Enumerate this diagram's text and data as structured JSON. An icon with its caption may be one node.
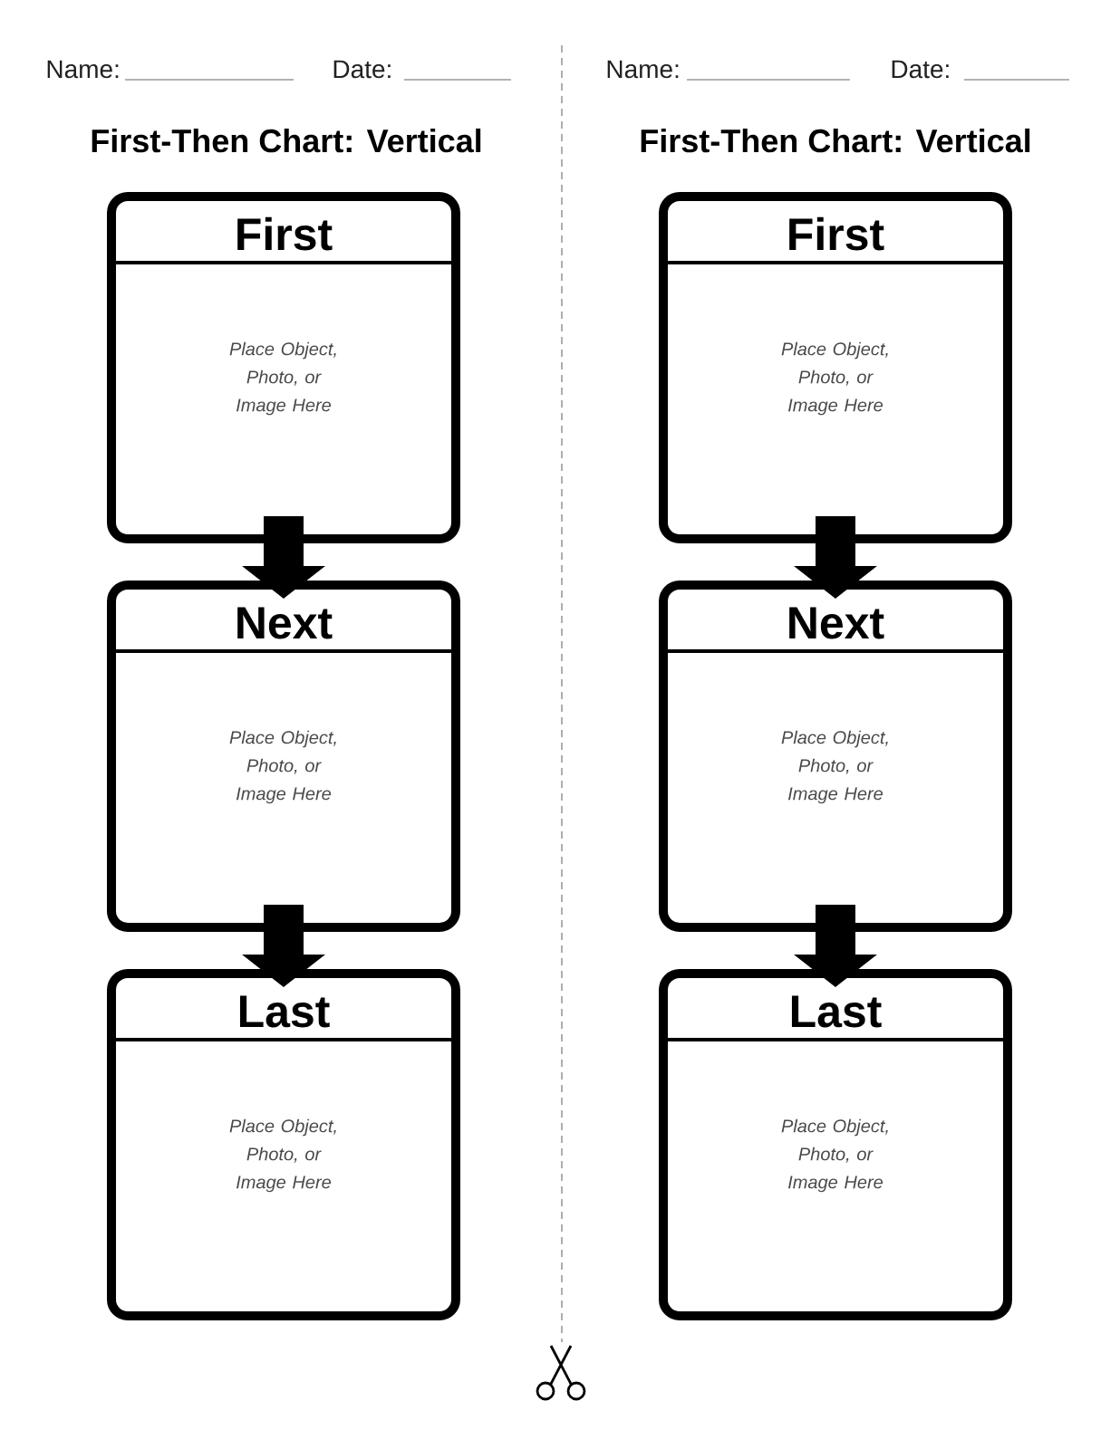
{
  "diagram": {
    "nodes": [
      {
        "text": [
          "First",
          "Place Object, Photo, or Image Here"
        ]
      },
      {
        "text": [
          "Next",
          "Place Object, Photo, or Image Here"
        ]
      },
      {
        "text": [
          "Last",
          "Place Object, Photo, or Image Here"
        ]
      },
      {
        "text": [
          "First",
          "Place Object, Photo, or Image Here"
        ]
      },
      {
        "text": [
          "Next",
          "Place Object, Photo, or Image Here"
        ]
      },
      {
        "text": [
          "Last",
          "Place Object, Photo, or Image Here"
        ]
      }
    ],
    "edges": [
      {
        "from": 0,
        "to": 1,
        "arrow": "to"
      },
      {
        "from": 1,
        "to": 2,
        "arrow": "to"
      },
      {
        "from": 3,
        "to": 4,
        "arrow": "to"
      },
      {
        "from": 4,
        "to": 5,
        "arrow": "to"
      }
    ],
    "labels": [
      "Name:",
      "Date:",
      "Name:",
      "Date:",
      "First-Then Chart: Vertical",
      "First-Then Chart: Vertical"
    ]
  }
}
